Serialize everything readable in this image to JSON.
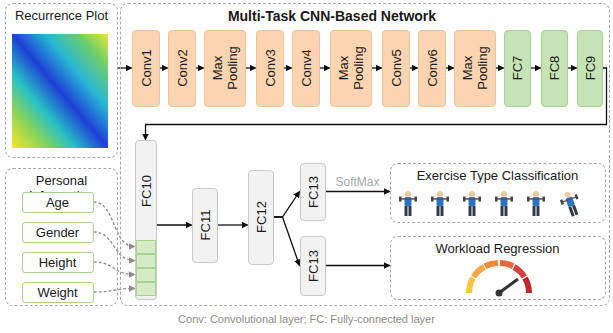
{
  "diagram": {
    "caption": "Conv: Convolutional layer; FC: Fully-connected layer",
    "nodes": [
      {
        "text": [
          "Recurrence Plot"
        ]
      },
      {
        "text": [
          "Multi-Task CNN-Based Network"
        ]
      },
      {
        "text": [
          "Conv1"
        ],
        "in": 1
      },
      {
        "text": [
          "Conv2"
        ],
        "in": 1
      },
      {
        "text": [
          "Max Pooling"
        ],
        "in": 1
      },
      {
        "text": [
          "Conv3"
        ],
        "in": 1
      },
      {
        "text": [
          "Conv4"
        ],
        "in": 1
      },
      {
        "text": [
          "Max Pooling"
        ],
        "in": 1
      },
      {
        "text": [
          "Conv5"
        ],
        "in": 1
      },
      {
        "text": [
          "Conv6"
        ],
        "in": 1
      },
      {
        "text": [
          "Max Pooling"
        ],
        "in": 1
      },
      {
        "text": [
          "FC7"
        ],
        "in": 1
      },
      {
        "text": [
          "FC8"
        ],
        "in": 1
      },
      {
        "text": [
          "FC9"
        ],
        "in": 1
      },
      {
        "text": [
          "Personal Information"
        ]
      },
      {
        "text": [
          "Age"
        ],
        "in": 14
      },
      {
        "text": [
          "Gender"
        ],
        "in": 14
      },
      {
        "text": [
          "Height"
        ],
        "in": 14
      },
      {
        "text": [
          "Weight"
        ],
        "in": 14
      },
      {
        "text": [
          "FC10"
        ],
        "in": 1
      },
      {
        "text": [
          "FC11"
        ],
        "in": 1
      },
      {
        "text": [
          "FC12"
        ],
        "in": 1
      },
      {
        "text": [
          "FC13"
        ],
        "in": 1
      },
      {
        "text": [
          "FC13"
        ],
        "in": 1
      },
      {
        "text": [
          "Exercise Type Classification"
        ],
        "in": 1
      },
      {
        "text": [
          "Workload Regression"
        ],
        "in": 1
      }
    ],
    "edges": [
      {
        "from": 0,
        "to": 2,
        "arrow": "to"
      },
      {
        "from": 2,
        "to": 3,
        "arrow": "to"
      },
      {
        "from": 3,
        "to": 4,
        "arrow": "to"
      },
      {
        "from": 4,
        "to": 5,
        "arrow": "to"
      },
      {
        "from": 5,
        "to": 6,
        "arrow": "to"
      },
      {
        "from": 6,
        "to": 7,
        "arrow": "to"
      },
      {
        "from": 7,
        "to": 8,
        "arrow": "to"
      },
      {
        "from": 8,
        "to": 9,
        "arrow": "to"
      },
      {
        "from": 9,
        "to": 10,
        "arrow": "to"
      },
      {
        "from": 10,
        "to": 11,
        "arrow": "to"
      },
      {
        "from": 11,
        "to": 12,
        "arrow": "to"
      },
      {
        "from": 12,
        "to": 13,
        "arrow": "to"
      },
      {
        "from": 13,
        "to": 19,
        "arrow": "to"
      },
      {
        "from": 15,
        "to": 19,
        "arrow": "to"
      },
      {
        "from": 16,
        "to": 19,
        "arrow": "to"
      },
      {
        "from": 17,
        "to": 19,
        "arrow": "to"
      },
      {
        "from": 18,
        "to": 19,
        "arrow": "to"
      },
      {
        "from": 19,
        "to": 20,
        "arrow": "to"
      },
      {
        "from": 20,
        "to": 21,
        "arrow": "to"
      },
      {
        "from": 21,
        "to": 22,
        "arrow": "to"
      },
      {
        "from": 21,
        "to": 23,
        "arrow": "to"
      },
      {
        "from": 22,
        "to": 24,
        "label": "SoftMax",
        "arrow": "to"
      },
      {
        "from": 23,
        "to": 25,
        "arrow": "to"
      }
    ]
  }
}
